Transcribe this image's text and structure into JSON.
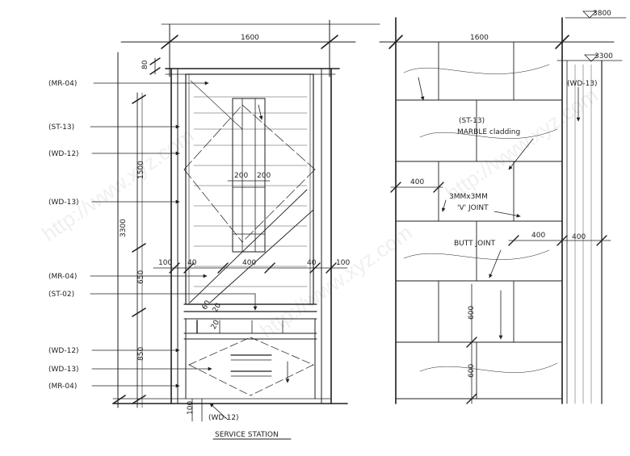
{
  "colors": {
    "ink": "#1e1e1e",
    "paper": "#ffffff",
    "watermark": "#000000"
  },
  "left_elevation": {
    "width_dim": "1600",
    "top_gap_dim": "80",
    "total_height_dim": "3300",
    "upper_panel_dim": "1500",
    "counter_height_dim": "650",
    "base_height_dim": "850",
    "reveal_left_dim": "100",
    "reveal_left_inner_dim": "40",
    "shelf_width_dim": "400",
    "reveal_right_inner_dim": "40",
    "reveal_right_dim": "100",
    "shelf_dim_a": "200",
    "shelf_dim_b": "200",
    "small_dim_a": "60",
    "small_dim_b": "20",
    "small_dim_c": "20",
    "bottom_dim": "100",
    "tags": [
      "(MR-04)",
      "(ST-13)",
      "(WD-12)",
      "(WD-13)",
      "(MR-04)",
      "(ST-02)",
      "(WD-12)",
      "(WD-13)",
      "(MR-04)"
    ],
    "bottom_tag": "(WD-12)",
    "title": "SERVICE STATION"
  },
  "right_elevation": {
    "width_dim": "1600",
    "level_top": "3800",
    "level_ceiling": "3300",
    "side_tag": "(WD-13)",
    "cladding_tag": "(ST-13)",
    "cladding_label": "MARBLE cladding",
    "joint_spec": "3MMx3MM",
    "joint_label": "'V' JOINT",
    "butt_label": "BUTT JOINT",
    "dim_left": "400",
    "dim_mid": "400",
    "dim_right": "400",
    "dim_lower_a": "600",
    "dim_lower_b": "600"
  },
  "watermark": "http://www.xyz.com"
}
